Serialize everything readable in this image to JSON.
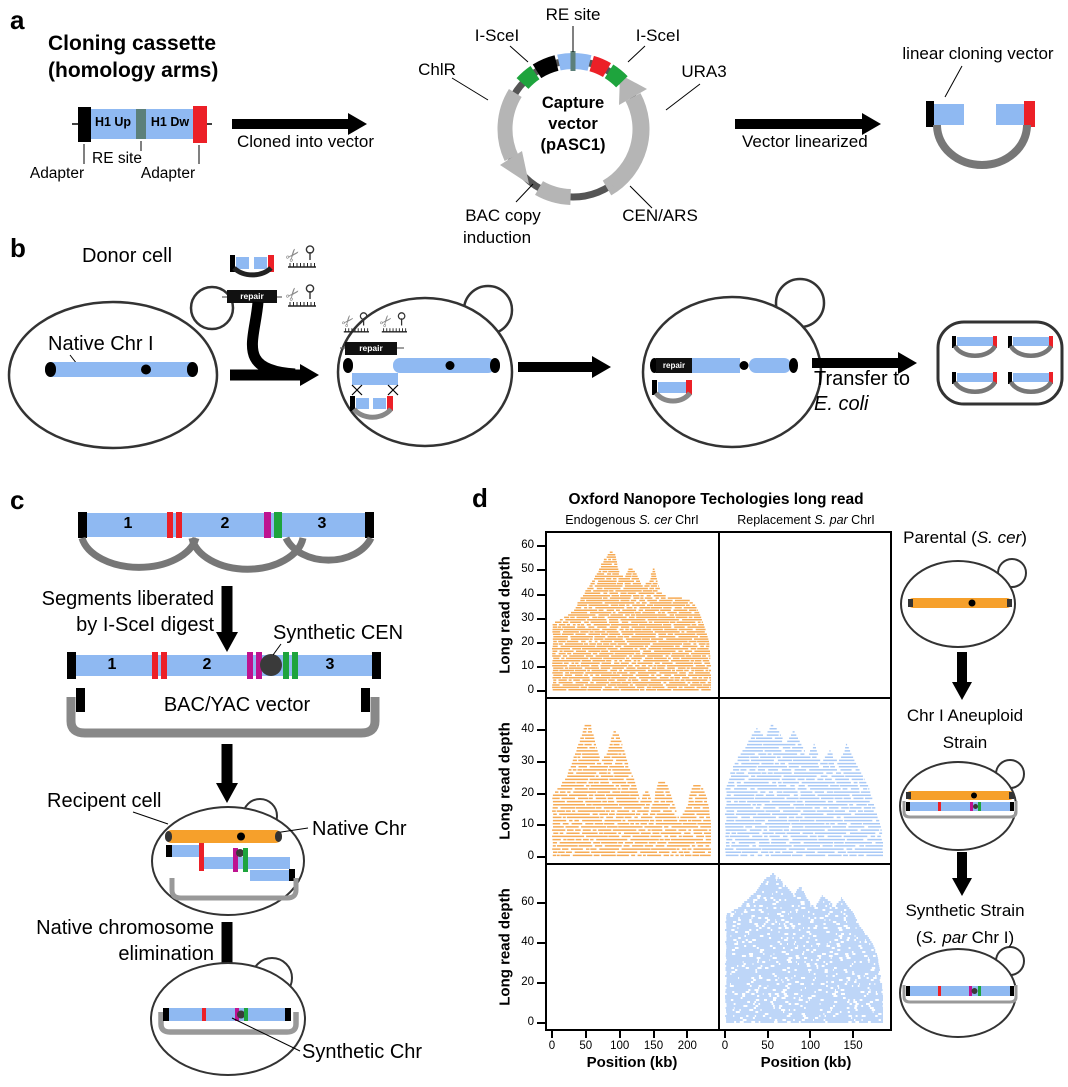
{
  "figure": {
    "panels": {
      "a": "a",
      "b": "b",
      "c": "c",
      "d": "d"
    }
  },
  "panel_a": {
    "title_line1": "Cloning cassette",
    "title_line2": "(homology arms)",
    "h1_up": "H1 Up",
    "h1_dw": "H1 Dw",
    "re_site": "RE site",
    "adapter": "Adapter",
    "arrow_cloned": "Cloned into vector",
    "vector": {
      "re_site": "RE site",
      "iscei_left": "I-SceI",
      "iscei_right": "I-SceI",
      "chlr": "ChlR",
      "ura3": "URA3",
      "name_line1": "Capture",
      "name_line2": "vector",
      "name_line3": "(pASC1)",
      "bac_line1": "BAC copy",
      "bac_line2": "induction",
      "cen_ars": "CEN/ARS"
    },
    "arrow_linearized": "Vector linearized",
    "linear_vector_label": "linear cloning vector"
  },
  "panel_b": {
    "donor_cell": "Donor cell",
    "native_chr": "Native Chr I",
    "repair": "repair",
    "transfer_line1": "Transfer to",
    "transfer_line2": "E. coli"
  },
  "panel_c": {
    "seg1": "1",
    "seg2": "2",
    "seg3": "3",
    "liberated_line1": "Segments liberated",
    "liberated_line2": "by I-SceI digest",
    "synthetic_cen": "Synthetic CEN",
    "bac_yac": "BAC/YAC vector",
    "recipient": "Recipent cell",
    "native_chr": "Native Chr",
    "elimination_line1": "Native chromosome",
    "elimination_line2": "elimination",
    "synthetic_chr": "Synthetic Chr"
  },
  "panel_d": {
    "strains": {
      "parental_prefix": "Parental (",
      "parental_italic": "S. cer",
      "parental_suffix": ")",
      "aneuploid_line1": "Chr I Aneuploid",
      "aneuploid_line2": "Strain",
      "synthetic_line1": "Synthetic Strain",
      "synthetic_prefix": "(",
      "synthetic_italic": "S. par",
      "synthetic_suffix": " Chr I)"
    }
  },
  "chart_data": {
    "type": "read_pileup",
    "title": "Oxford Nanopore Techologies long read",
    "xlabel": "Position (kb)",
    "ylabel": "Long read depth",
    "legend": "none",
    "columns": [
      {
        "label_prefix": "Endogenous ",
        "label_italic": "S. cer",
        "label_suffix": " ChrI",
        "x_ticks": [
          0,
          50,
          100,
          150,
          200
        ],
        "x_max": 235
      },
      {
        "label_prefix": "Replacement ",
        "label_italic": "S. par",
        "label_suffix": " ChrI",
        "x_ticks": [
          0,
          50,
          100,
          150
        ],
        "x_max": 185
      }
    ],
    "rows": [
      {
        "y_ticks": [
          0,
          10,
          20,
          30,
          40,
          50,
          60
        ],
        "y_max": 63
      },
      {
        "y_ticks": [
          0,
          10,
          20,
          30,
          40
        ],
        "y_max": 48
      },
      {
        "y_ticks": [
          0,
          20,
          40,
          60
        ],
        "y_max": 76
      }
    ],
    "panels": [
      {
        "row": 0,
        "col": 0,
        "color": "#F6AB55",
        "seed": 11,
        "envelope": [
          [
            0,
            28
          ],
          [
            15,
            30
          ],
          [
            30,
            33
          ],
          [
            45,
            40
          ],
          [
            60,
            46
          ],
          [
            75,
            54
          ],
          [
            85,
            58
          ],
          [
            93,
            57
          ],
          [
            98,
            50
          ],
          [
            106,
            47
          ],
          [
            114,
            52
          ],
          [
            124,
            49
          ],
          [
            132,
            44
          ],
          [
            142,
            45
          ],
          [
            150,
            52
          ],
          [
            157,
            44
          ],
          [
            163,
            40
          ],
          [
            172,
            39
          ],
          [
            185,
            39
          ],
          [
            198,
            38
          ],
          [
            208,
            37
          ],
          [
            218,
            32
          ],
          [
            226,
            26
          ],
          [
            232,
            20
          ],
          [
            235,
            10
          ]
        ]
      },
      {
        "row": 0,
        "col": 1,
        "color": "#A9C9F6",
        "seed": 12,
        "envelope": []
      },
      {
        "row": 1,
        "col": 0,
        "color": "#F6AB55",
        "seed": 13,
        "envelope": [
          [
            0,
            20
          ],
          [
            10,
            22
          ],
          [
            22,
            26
          ],
          [
            35,
            34
          ],
          [
            48,
            42
          ],
          [
            57,
            42
          ],
          [
            64,
            36
          ],
          [
            72,
            30
          ],
          [
            80,
            33
          ],
          [
            90,
            40
          ],
          [
            98,
            39
          ],
          [
            106,
            34
          ],
          [
            114,
            28
          ],
          [
            122,
            24
          ],
          [
            130,
            18
          ],
          [
            140,
            22
          ],
          [
            148,
            17
          ],
          [
            156,
            24
          ],
          [
            168,
            24
          ],
          [
            178,
            18
          ],
          [
            188,
            12
          ],
          [
            198,
            16
          ],
          [
            208,
            23
          ],
          [
            220,
            23
          ],
          [
            230,
            18
          ],
          [
            235,
            10
          ]
        ]
      },
      {
        "row": 1,
        "col": 1,
        "color": "#A9C9F6",
        "seed": 14,
        "envelope": [
          [
            0,
            22
          ],
          [
            8,
            28
          ],
          [
            16,
            32
          ],
          [
            26,
            36
          ],
          [
            36,
            41
          ],
          [
            46,
            38
          ],
          [
            54,
            42
          ],
          [
            62,
            40
          ],
          [
            70,
            36
          ],
          [
            80,
            40
          ],
          [
            88,
            36
          ],
          [
            96,
            32
          ],
          [
            104,
            36
          ],
          [
            112,
            30
          ],
          [
            122,
            34
          ],
          [
            132,
            30
          ],
          [
            142,
            36
          ],
          [
            152,
            30
          ],
          [
            160,
            26
          ],
          [
            168,
            22
          ],
          [
            175,
            16
          ],
          [
            182,
            10
          ],
          [
            185,
            6
          ]
        ]
      },
      {
        "row": 2,
        "col": 0,
        "color": "#F6AB55",
        "seed": 15,
        "envelope": []
      },
      {
        "row": 2,
        "col": 1,
        "color": "#A9C9F6",
        "seed": 16,
        "envelope": [
          [
            0,
            54
          ],
          [
            8,
            56
          ],
          [
            16,
            58
          ],
          [
            26,
            62
          ],
          [
            36,
            66
          ],
          [
            46,
            72
          ],
          [
            56,
            75
          ],
          [
            64,
            72
          ],
          [
            72,
            68
          ],
          [
            80,
            64
          ],
          [
            88,
            69
          ],
          [
            96,
            62
          ],
          [
            104,
            58
          ],
          [
            112,
            64
          ],
          [
            120,
            62
          ],
          [
            128,
            58
          ],
          [
            136,
            63
          ],
          [
            144,
            58
          ],
          [
            150,
            55
          ],
          [
            158,
            48
          ],
          [
            166,
            44
          ],
          [
            172,
            40
          ],
          [
            178,
            34
          ],
          [
            183,
            22
          ],
          [
            185,
            12
          ]
        ]
      }
    ]
  },
  "palette": {
    "homology_blue": "#8FB9F2",
    "adapter_red": "#EC2027",
    "adapter_black": "#000000",
    "re_site_teal": "#5C807A",
    "iscei_green": "#1EA43D",
    "junction_magenta": "#BE1390",
    "native_orange": "#F6A02B",
    "vector_gray": "#7A7A7A",
    "reads_orange": "#F6AB55",
    "reads_blue": "#A9C9F6"
  }
}
